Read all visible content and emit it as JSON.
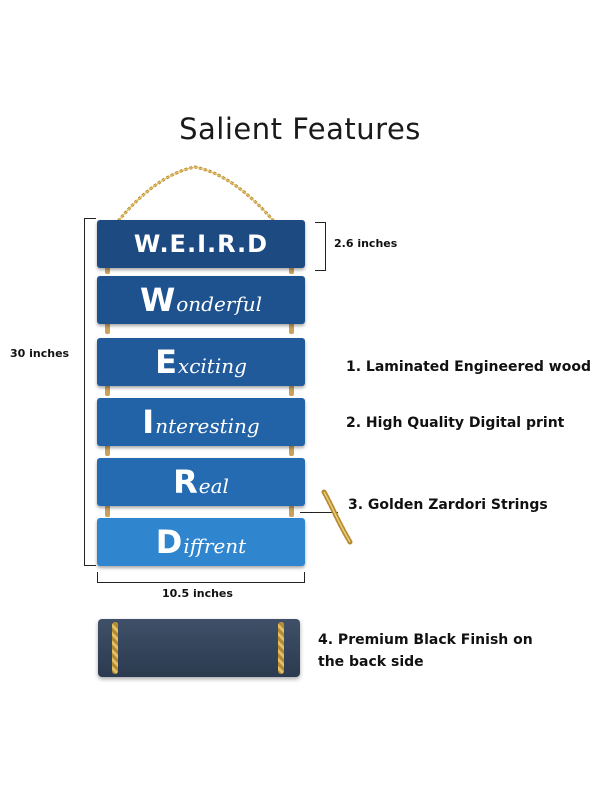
{
  "title": "Salient Features",
  "boards": [
    {
      "initial": "",
      "rest": "",
      "full": "W.E.I.R.D",
      "color": "#1d4a80"
    },
    {
      "initial": "W",
      "rest": "onderful",
      "full": "",
      "color": "#1e528e"
    },
    {
      "initial": "E",
      "rest": "xciting",
      "full": "",
      "color": "#205a9a"
    },
    {
      "initial": "I",
      "rest": "nteresting",
      "full": "",
      "color": "#2262a6"
    },
    {
      "initial": "R",
      "rest": "eal",
      "full": "",
      "color": "#246bb2"
    },
    {
      "initial": "D",
      "rest": "iffrent",
      "full": "",
      "color": "#2f86cf"
    }
  ],
  "dimensions": {
    "height": "30 inches",
    "width": "10.5 inches",
    "board_height": "2.6 inches"
  },
  "features": [
    "1. Laminated Engineered wood",
    "2.  High Quality Digital print",
    "3. Golden Zardori Strings",
    "4. Premium Black Finish on",
    "the back side"
  ],
  "colors": {
    "string": "#c9a15a",
    "back_finish": "#34445b"
  }
}
